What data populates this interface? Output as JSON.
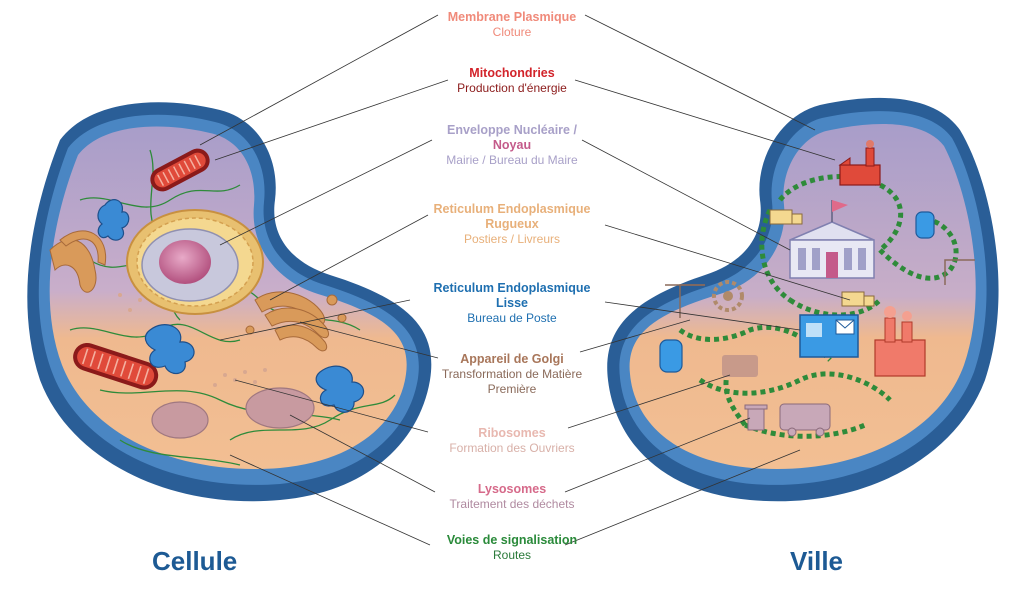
{
  "titles": {
    "left": "Cellule",
    "right": "Ville"
  },
  "labels": [
    {
      "title": "Membrane Plasmique",
      "subtitle": "Cloture",
      "title_color": "#f08a7a",
      "subtitle_color": "#f08a7a"
    },
    {
      "title": "Mitochondries",
      "subtitle": "Production d'énergie",
      "title_color": "#d2232a",
      "subtitle_color": "#8b1a1a"
    },
    {
      "title": "Enveloppe Nucléaire /",
      "title2": "Noyau",
      "subtitle": "Mairie / Bureau du Maire",
      "title_color": "#a8a0c8",
      "title2_color": "#c45a8a",
      "subtitle_color": "#a8a0c8"
    },
    {
      "title": "Reticulum Endoplasmique",
      "title2": "Rugueux",
      "subtitle": "Postiers / Livreurs",
      "title_color": "#e8b07a",
      "title2_color": "#e8b07a",
      "subtitle_color": "#e8b07a"
    },
    {
      "title": "Reticulum Endoplasmique",
      "title2": "Lisse",
      "subtitle": "Bureau de Poste",
      "title_color": "#1e6fb0",
      "title2_color": "#1e6fb0",
      "subtitle_color": "#1e6fb0"
    },
    {
      "title": "Appareil de Golgi",
      "subtitle": "Transformation de Matière",
      "subtitle2": "Première",
      "title_color": "#a8765a",
      "subtitle_color": "#8a6a5a"
    },
    {
      "title": "Ribosomes",
      "subtitle": "Formation des Ouvriers",
      "title_color": "#e8b8b0",
      "subtitle_color": "#d8b0a8"
    },
    {
      "title": "Lysosomes",
      "subtitle": "Traitement des déchets",
      "title_color": "#d66a8a",
      "subtitle_color": "#b08aa0"
    },
    {
      "title": "Voies de signalisation",
      "subtitle": "Routes",
      "title_color": "#2a8a3a",
      "subtitle_color": "#2a7a3a"
    }
  ],
  "colors": {
    "membrane_dark": "#2a5e97",
    "membrane_mid": "#4a86c3",
    "cytoplasm_upper": "#a89dc9",
    "cytoplasm_lower": "#efb98f",
    "road_green": "#2e8b3a",
    "leader_line": "#333333"
  },
  "icons": [
    "factory-icon",
    "town-hall-icon",
    "post-office-icon",
    "mailbox-icon",
    "crane-icon",
    "gear-icon",
    "truck-icon",
    "trash-can-icon",
    "garbage-truck-icon",
    "workers-icon"
  ]
}
